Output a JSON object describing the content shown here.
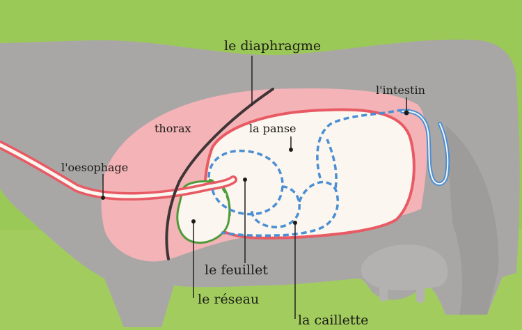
{
  "figure": {
    "subject": "cow digestive system cross-section",
    "colors": {
      "background": "#9bc957",
      "body": "#a9a7a6",
      "thorax": "#f4b3b6",
      "stomach_fill": "#fbf6ef",
      "stomach_outline": "#e85a64",
      "diaphragm": "#3f3537",
      "compartments": "#4a8fd4",
      "reseau": "#4f9a3a",
      "leader_lines": "#2a2a2a"
    }
  },
  "labels": {
    "diaphragme": "le diaphragme",
    "thorax": "thorax",
    "intestin": "l'intestin",
    "panse": "la panse",
    "oesophage": "l'oesophage",
    "feuillet": "le feuillet",
    "reseau": "le réseau",
    "caillette": "la caillette"
  }
}
